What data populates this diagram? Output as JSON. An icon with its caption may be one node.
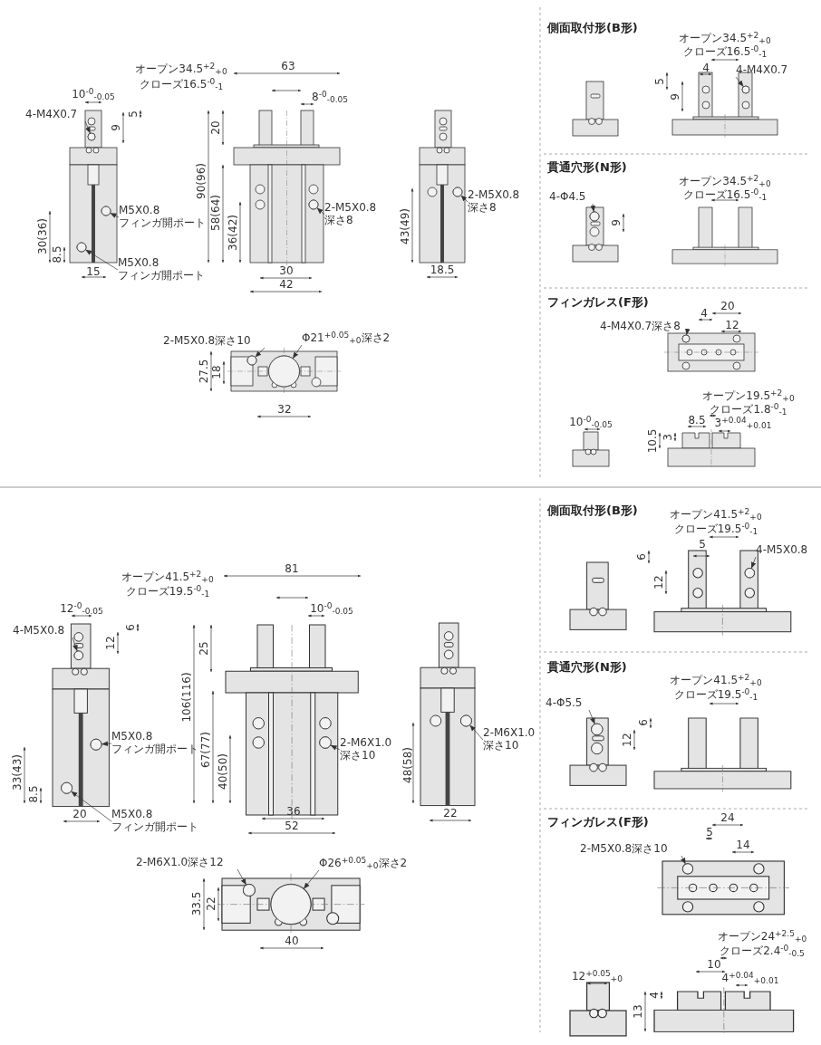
{
  "diagram": {
    "nodes": [
      {
        "text": [
          "4-M4X0.7"
        ]
      },
      {
        "text": [
          "M5X0.8 フィンガ開ポート"
        ]
      },
      {
        "text": [
          "M5X0.8 フィンガ開ポート"
        ]
      },
      {
        "text": [
          "2-M5X0.8 深さ8"
        ]
      },
      {
        "text": [
          "2-M5X0.8 深さ8"
        ]
      },
      {
        "text": [
          "2-M5X0.8深さ10"
        ]
      },
      {
        "text": [
          "Φ21$^{+0.05}$$_{+0}$深さ2"
        ]
      },
      {
        "text": [
          "4-M4X0.7"
        ]
      },
      {
        "text": [
          "4-Φ4.5"
        ]
      },
      {
        "text": [
          "4-M4X0.7深さ8"
        ]
      },
      {
        "text": [
          "4-M5X0.8"
        ]
      },
      {
        "text": [
          "M5X0.8 フィンガ開ポート"
        ]
      },
      {
        "text": [
          "M5X0.8 フィンガ開ポート"
        ]
      },
      {
        "text": [
          "2-M6X1.0 深さ10"
        ]
      },
      {
        "text": [
          "2-M6X1.0 深さ10"
        ]
      },
      {
        "text": [
          "2-M6X1.0深さ12"
        ]
      },
      {
        "text": [
          "Φ26$^{+0.05}$$_{+0}$深さ2"
        ]
      },
      {
        "text": [
          "4-M5X0.8"
        ]
      },
      {
        "text": [
          "4-Φ5.5"
        ]
      },
      {
        "text": [
          "2-M5X0.8深さ10"
        ]
      },
      {
        "text": [],
        "shape": "circle"
      },
      {
        "text": [],
        "shape": "circle"
      },
      {
        "text": [],
        "shape": "circle"
      },
      {
        "text": [],
        "shape": "circle"
      },
      {
        "text": [],
        "shape": "circle"
      },
      {
        "text": [],
        "shape": "circle"
      },
      {
        "text": [],
        "shape": "circle"
      },
      {
        "text": [],
        "shape": "circle"
      },
      {
        "text": [],
        "shape": "circle"
      },
      {
        "text": [],
        "shape": "circle"
      },
      {
        "text": [],
        "shape": "circle"
      },
      {
        "text": [],
        "shape": "circle"
      },
      {
        "text": [],
        "shape": "circle"
      },
      {
        "text": [],
        "shape": "circle"
      },
      {
        "text": [],
        "shape": "circle"
      },
      {
        "text": [],
        "shape": "circle"
      },
      {
        "text": [],
        "shape": "circle"
      },
      {
        "text": [],
        "shape": "circle"
      },
      {
        "text": [],
        "shape": "circle"
      },
      {
        "text": [],
        "shape": "circle"
      }
    ],
    "edges": [
      {
        "from": 0,
        "to": 20,
        "arrow": "to"
      },
      {
        "from": 1,
        "to": 21,
        "arrow": "to"
      },
      {
        "from": 2,
        "to": 22,
        "arrow": "to"
      },
      {
        "from": 3,
        "to": 23,
        "arrow": "to"
      },
      {
        "from": 4,
        "to": 24,
        "arrow": "to"
      },
      {
        "from": 5,
        "to": 25,
        "arrow": "to"
      },
      {
        "from": 6,
        "to": 26,
        "arrow": "to"
      },
      {
        "from": 7,
        "to": 27,
        "arrow": "to"
      },
      {
        "from": 8,
        "to": 28,
        "arrow": "to"
      },
      {
        "from": 9,
        "to": 29,
        "arrow": "to"
      },
      {
        "from": 10,
        "to": 30,
        "arrow": "to"
      },
      {
        "from": 11,
        "to": 31,
        "arrow": "to"
      },
      {
        "from": 12,
        "to": 32,
        "arrow": "to"
      },
      {
        "from": 13,
        "to": 33,
        "arrow": "to"
      },
      {
        "from": 14,
        "to": 34,
        "arrow": "to"
      },
      {
        "from": 15,
        "to": 35,
        "arrow": "to"
      },
      {
        "from": 16,
        "to": 36,
        "arrow": "to"
      },
      {
        "from": 17,
        "to": 37,
        "arrow": "to"
      },
      {
        "from": 18,
        "to": 38,
        "arrow": "to"
      },
      {
        "from": 19,
        "to": 39,
        "arrow": "to"
      }
    ],
    "labels": [
      "オープン34.5$^{+2}$$_{+0}$",
      "クローズ16.5$^{-0}$$_{-1}$",
      "63",
      "10$^{-0}$$_{-0.05}$",
      "8$^{-0}$$_{-0.05}$",
      "5",
      "9",
      "30(36)",
      "8.5",
      "90(96)",
      "20",
      "58(64)",
      "36(42)",
      "43(49)",
      "15",
      "30",
      "42",
      "18.5",
      "27.5",
      "18",
      "32",
      "側面取付形(B形)",
      "オープン34.5$^{+2}$$_{+0}$",
      "クローズ16.5$^{-0}$$_{-1}$",
      "4",
      "5",
      "9",
      "貫通穴形(N形)",
      "オープン34.5$^{+2}$$_{+0}$",
      "クローズ16.5$^{-0}$$_{-1}$",
      "9",
      "フィンガレス(F形)",
      "20",
      "4",
      "12",
      "オープン19.5$^{+2}$$_{+0}$",
      "クローズ1.8$^{-0}$$_{-1}$",
      "10$^{-0}$$_{-0.05}$",
      "8.5",
      "3$^{+0.04}$$_{+0.01}$",
      "10.5",
      "3",
      "オープン41.5$^{+2}$$_{+0}$",
      "クローズ19.5$^{-0}$$_{-1}$",
      "81",
      "12$^{-0}$$_{-0.05}$",
      "10$^{-0}$$_{-0.05}$",
      "6",
      "12",
      "33(43)",
      "8.5",
      "106(116)",
      "25",
      "67(77)",
      "40(50)",
      "48(58)",
      "20",
      "36",
      "52",
      "22",
      "33.5",
      "22",
      "40",
      "側面取付形(B形)",
      "オープン41.5$^{+2}$$_{+0}$",
      "クローズ19.5$^{-0}$$_{-1}$",
      "5",
      "6",
      "12",
      "貫通穴形(N形)",
      "オープン41.5$^{+2}$$_{+0}$",
      "クローズ19.5$^{-0}$$_{-1}$",
      "6",
      "12",
      "フィンガレス(F形)",
      "24",
      "5",
      "14",
      "オープン24$^{+2.5}$$_{+0}$",
      "クローズ2.4$^{-0}$$_{-0.5}$",
      "10",
      "12$^{+0.05}$$_{+0}$",
      "4$^{+0.04}$$_{+0.01}$",
      "4",
      "13"
    ]
  }
}
